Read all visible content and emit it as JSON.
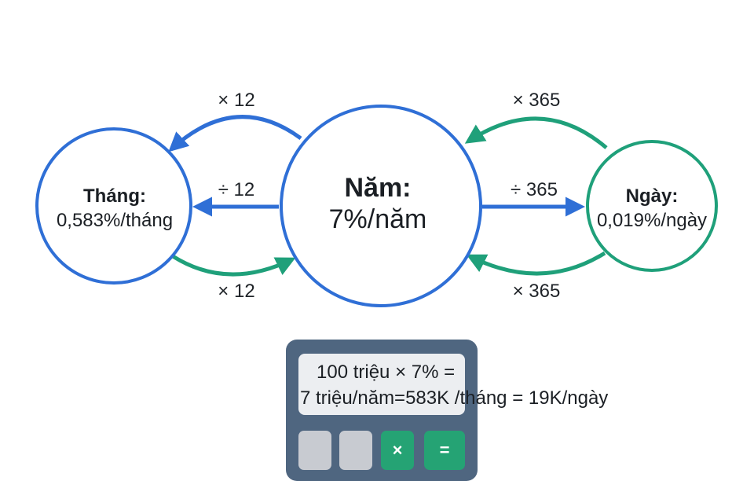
{
  "diagram": {
    "center": {
      "title": "Năm:",
      "value": "7%/năm"
    },
    "left": {
      "title": "Tháng:",
      "value": "0,583%/tháng"
    },
    "right": {
      "title": "Ngày:",
      "value": "0,019%/ngày"
    },
    "edges": {
      "left_top": "× 12",
      "left_middle": "÷ 12",
      "left_bottom": "× 12",
      "right_top": "× 365",
      "right_middle": "÷ 365",
      "right_bottom": "× 365"
    }
  },
  "calculator": {
    "line1": "100 triệu × 7% =",
    "line2": "7 triệu/năm=583K /tháng = 19K/ngày",
    "keys": {
      "multiply": "×",
      "equals": "="
    }
  },
  "colors": {
    "blue": "#2f6fd6",
    "green": "#1fa07a",
    "calculator_body": "#4f6680",
    "calculator_key_green": "#25a374"
  }
}
